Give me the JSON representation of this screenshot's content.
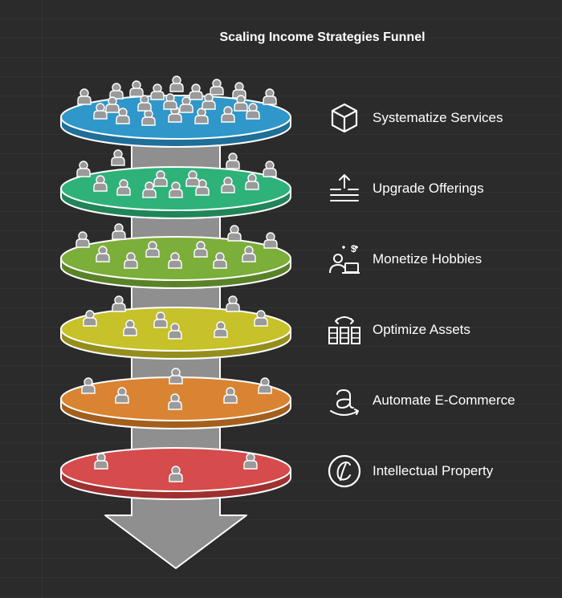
{
  "title": "Scaling Income Strategies Funnel",
  "stages": [
    {
      "label": "Systematize Services",
      "color": "#2f97c9",
      "rim": "#1f6f99",
      "icon": "cube-icon",
      "people": 22
    },
    {
      "label": "Upgrade Offerings",
      "color": "#2fb27a",
      "rim": "#208559",
      "icon": "upgrade-arrow-icon",
      "people": 13
    },
    {
      "label": "Monetize Hobbies",
      "color": "#7cae3a",
      "rim": "#5a8227",
      "icon": "hobby-money-icon",
      "people": 11
    },
    {
      "label": "Optimize Assets",
      "color": "#c7c12a",
      "rim": "#948f1c",
      "icon": "asset-swap-icon",
      "people": 8
    },
    {
      "label": "Automate E-Commerce",
      "color": "#d98432",
      "rim": "#a55f1d",
      "icon": "amazon-icon",
      "people": 6
    },
    {
      "label": "Intellectual Property",
      "color": "#d64b4b",
      "rim": "#9f3030",
      "icon": "copyright-icon",
      "people": 3
    }
  ]
}
